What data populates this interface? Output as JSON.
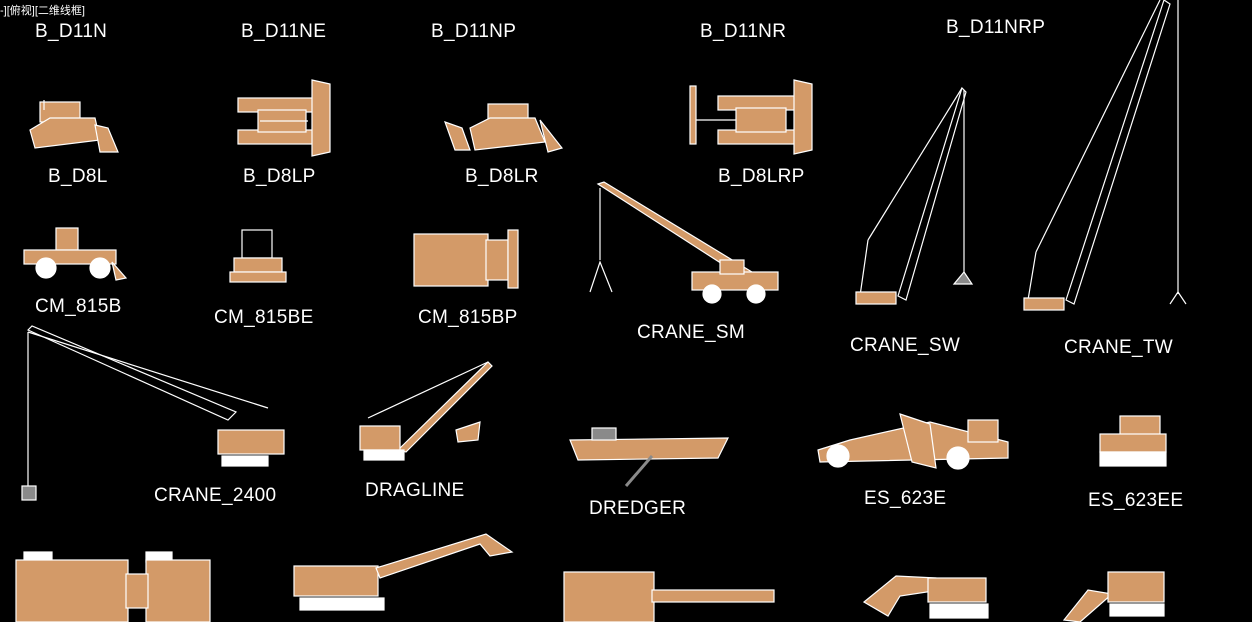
{
  "viewport": {
    "label": "-][俯视][二维线框]"
  },
  "blocks": [
    "B_D11N",
    "B_D11NE",
    "B_D11NP",
    "B_D11NR",
    "B_D11NRP",
    "B_D8L",
    "B_D8LP",
    "B_D8LR",
    "B_D8LRP",
    "CM_815B",
    "CM_815BE",
    "CM_815BP",
    "CRANE_SM",
    "CRANE_SW",
    "CRANE_TW",
    "CRANE_2400",
    "DRAGLINE",
    "DREDGER",
    "ES_623E",
    "ES_623EE"
  ],
  "colors": {
    "fill": "#d39a68",
    "line": "#ffffff",
    "background": "#000000",
    "accent": "#8a8a8a"
  }
}
